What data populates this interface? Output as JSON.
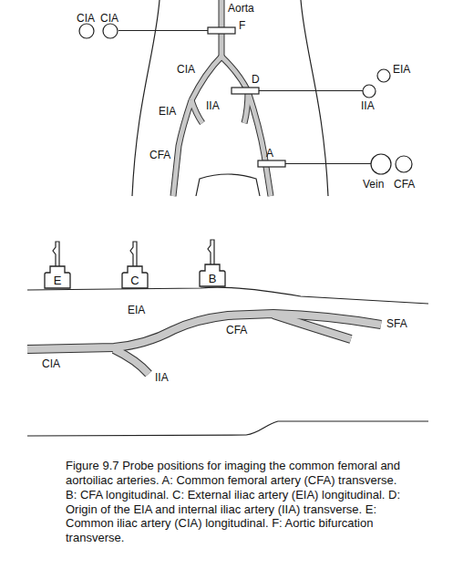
{
  "diagram": {
    "caption": "Figure 9.7 Probe positions for imaging the common femoral and aortoiliac arteries. A: Common femoral artery (CFA) transverse. B: CFA longitudinal. C: External iliac artery (EIA) longitudinal. D: Origin of the EIA and internal iliac artery (IIA) transverse. E: Common iliac artery (CIA) longitudinal. F: Aortic bifurcation transverse.",
    "nodes": [
      {
        "text": [
          "E"
        ]
      },
      {
        "text": [
          "C"
        ]
      },
      {
        "text": [
          "B"
        ]
      }
    ],
    "labels": [
      "CIA",
      "CIA",
      "Aorta",
      "F",
      "CIA",
      "D",
      "EIA",
      "IIA",
      "EIA",
      "IIA",
      "CFA",
      "A",
      "Vein",
      "CFA",
      "EIA",
      "CFA",
      "SFA",
      "CIA",
      "IIA"
    ]
  }
}
